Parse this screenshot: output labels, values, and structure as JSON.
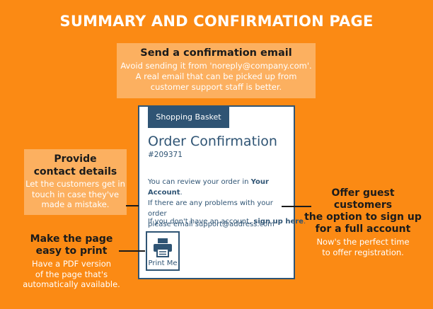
{
  "title": "SUMMARY AND CONFIRMATION PAGE",
  "callouts": {
    "email": {
      "heading": "Send a confirmation email",
      "lines": [
        "Avoid sending it from 'noreply@company.com'.",
        "A real email that can be picked up from",
        "customer support staff is better."
      ]
    },
    "contact": {
      "heading_lines": [
        "Provide",
        "contact details"
      ],
      "lines": [
        "Let the customers get in",
        "touch in case they've",
        "made a mistake."
      ]
    },
    "guest": {
      "heading_lines": [
        "Offer guest customers",
        "the option to sign up",
        "for a full account"
      ],
      "lines": [
        "Now's the perfect time",
        "to offer registration."
      ]
    },
    "print": {
      "heading_lines": [
        "Make the page",
        "easy to print"
      ],
      "lines": [
        "Have a PDF version",
        "of the page that's",
        "automatically available."
      ]
    }
  },
  "card": {
    "tab": "Shopping Basket",
    "title": "Order Confirmation",
    "order_number": "#209371",
    "review_prefix": "You can review your order in ",
    "review_link": "Your Account",
    "review_suffix": ".",
    "problems_lines": [
      "If there are any problems with your order",
      "please email support@address.com"
    ],
    "signup_prefix": "If you don't have an account, ",
    "signup_link": "sign up here",
    "signup_suffix": ".",
    "print_label": "Print Me",
    "print_icon": "printer-icon"
  },
  "colors": {
    "background": "#fb8a14",
    "callout_box": "#fcb060",
    "navy": "#2f5474",
    "heading_text": "#1b1b1b",
    "body_text": "#ffffff"
  }
}
